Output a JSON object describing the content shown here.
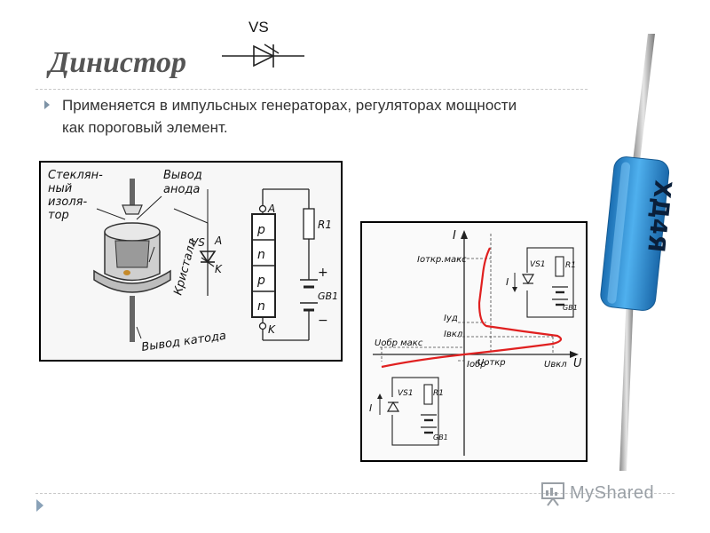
{
  "slide": {
    "title": "Динистор",
    "bullet": "Применяется в импульсных генераторах, регуляторах мощности как пороговый элемент."
  },
  "symbol": {
    "label": "VS"
  },
  "structure_figure": {
    "labels": {
      "glass_insulator_1": "Стеклян-",
      "glass_insulator_2": "ный",
      "glass_insulator_3": "изоля-",
      "glass_insulator_4": "тор",
      "anode_lead_1": "Вывод",
      "anode_lead_2": "анода",
      "crystal": "Кристалл",
      "cathode_lead": "Вывод катода",
      "vs": "VS",
      "a": "A",
      "k": "K",
      "layers": [
        "p",
        "n",
        "p",
        "n"
      ],
      "r1": "R1",
      "gb1": "GB1",
      "plus": "+",
      "minus": "−"
    }
  },
  "iv_figure": {
    "labels": {
      "i_axis": "I",
      "u_axis": "U",
      "i_open_max": "Iоткр.макс",
      "i_hold": "Iуд",
      "i_on": "Iвкл",
      "i_rev": "Iобр",
      "u_rev_max": "Uобр макс",
      "u_open": "Uоткр",
      "u_on": "Uвкл",
      "vs1": "VS1",
      "r1": "R1",
      "gb1": "GB1",
      "i_arrow": "I"
    },
    "colors": {
      "curve": "#e02020"
    }
  },
  "footer": {
    "logo": "MyShared"
  },
  "colors": {
    "title": "#555555",
    "photo_body": "#2a8fd8"
  }
}
